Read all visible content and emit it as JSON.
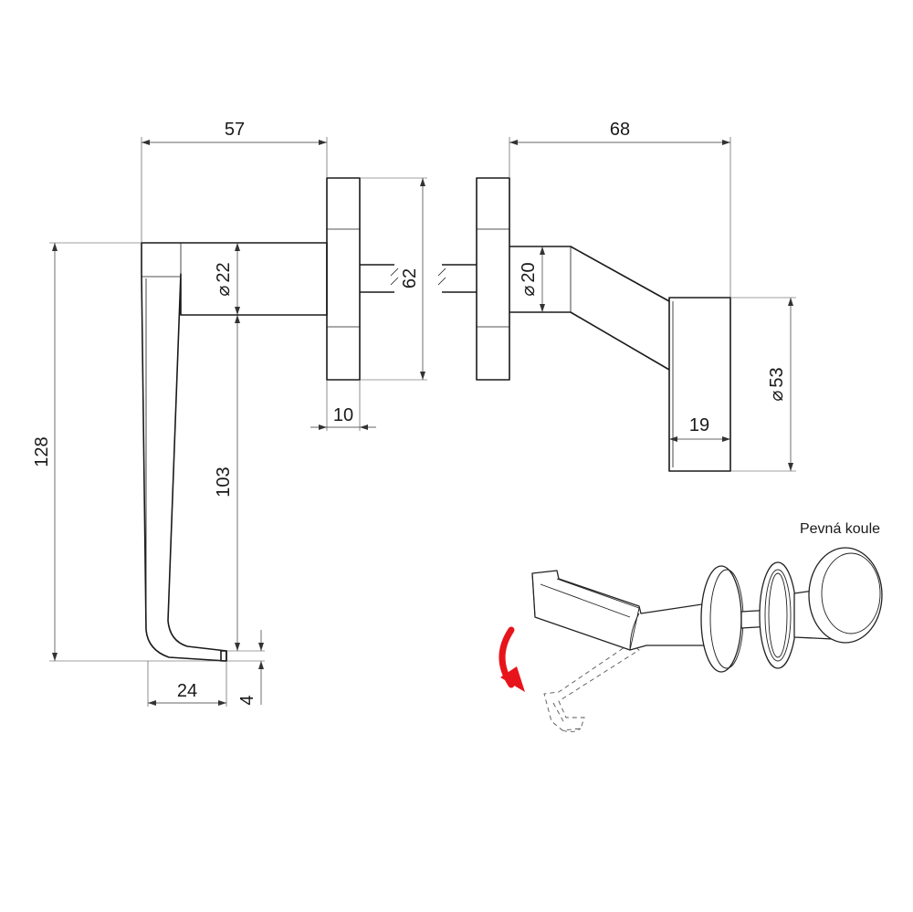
{
  "dimensions": {
    "front_width": "57",
    "total_height": "128",
    "shank_diameter": "22",
    "lever_length": "103",
    "tip_width": "24",
    "tip_height": "4",
    "rosette_height": "62",
    "rosette_thickness": "10",
    "side_reach": "68",
    "neck_diameter": "20",
    "ball_diameter": "53",
    "ball_depth": "19"
  },
  "diameter_symbol": "⌀",
  "labels": {
    "knob_note": "Pevná koule"
  },
  "colors": {
    "line": "#1a1a1a",
    "rotation_arrow": "#e8141b"
  },
  "icons": {
    "rotation_arrow": "curved-arrow-down-icon"
  }
}
